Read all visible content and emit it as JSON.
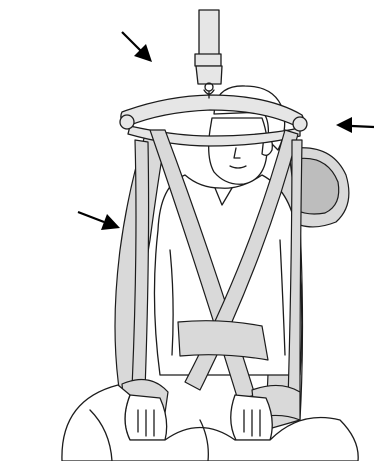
{
  "illustration": {
    "subject": "patient-in-hoist-sling-with-spreader-bar",
    "colors": {
      "ink": "#1c1c1c",
      "strap_fill": "#d9d9d9",
      "strap_shadow": "#bdbdbd",
      "background": "#ffffff",
      "arrow": "#000000"
    },
    "arrows": [
      "arrow-top-left",
      "arrow-right",
      "arrow-left"
    ]
  }
}
